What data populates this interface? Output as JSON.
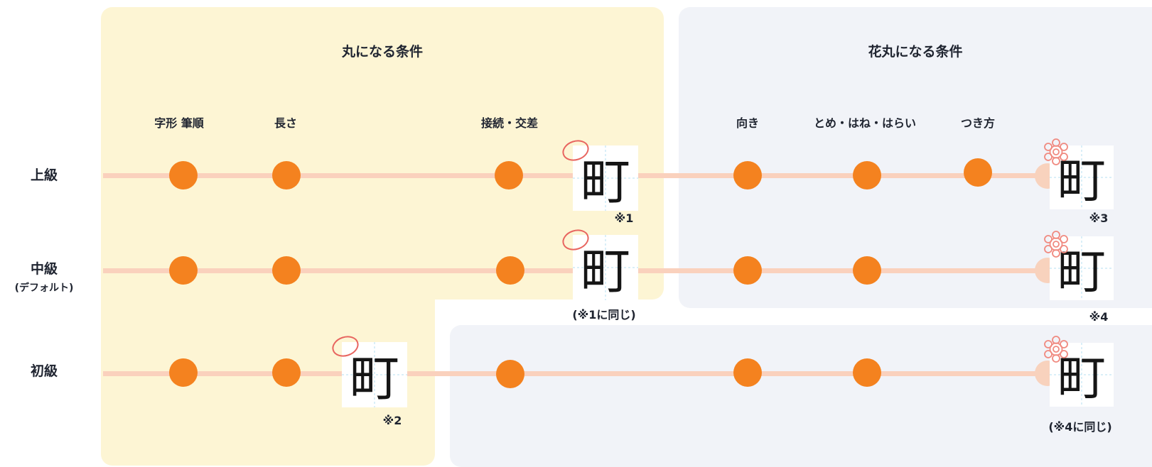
{
  "sections": {
    "maru_title": "丸になる条件",
    "hanamaru_title": "花丸になる条件"
  },
  "columns": {
    "jikei_hitsujun": "字形 筆順",
    "nagasa": "長さ",
    "setsuzoku_kousa": "接続・交差",
    "muki": "向き",
    "tome_hane_harai": "とめ・はね・はらい",
    "tsukikata": "つき方"
  },
  "levels": {
    "advanced": {
      "label": "上級",
      "sublabel": ""
    },
    "intermediate": {
      "label": "中級",
      "sublabel": "(デフォルト)"
    },
    "beginner": {
      "label": "初級",
      "sublabel": ""
    }
  },
  "sample_character": "町",
  "notes": {
    "n1": "※1",
    "n1_same": "(※1に同じ)",
    "n2": "※2",
    "n3": "※3",
    "n4": "※4",
    "n4_same": "(※4に同じ)"
  },
  "colors": {
    "maru_panel": "#fdf5d4",
    "hanamaru_panel": "#f1f3f8",
    "dot": "#f4821f",
    "track": "#fad1bd",
    "maru_circle": "#e8655f",
    "hanamaru_flower": "#f08a80"
  }
}
